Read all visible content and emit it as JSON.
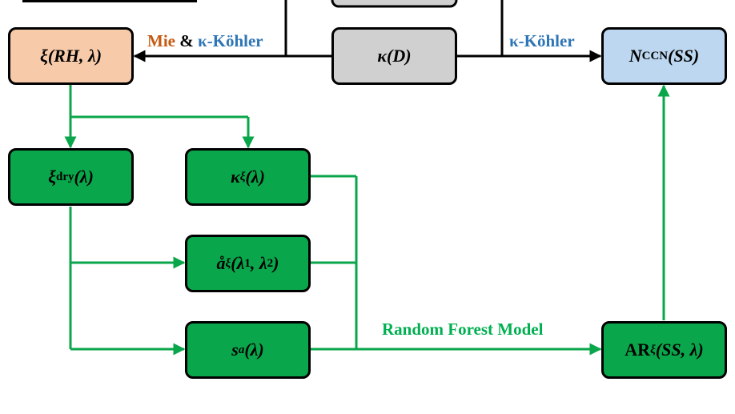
{
  "colors": {
    "green": "#0aa64b",
    "peach": "#f7caa9",
    "grey": "#d0d0d0",
    "blue": "#bcd7ef",
    "mie_text": "#c55a11",
    "kohler_text": "#2e75b6",
    "rf_text": "#00b050"
  },
  "boxes": {
    "xi_rh": {
      "sym": "ξ",
      "args": "(RH, λ)"
    },
    "kappa_d": {
      "sym": "κ",
      "args": "(D)"
    },
    "nccn": {
      "sym": "N",
      "sub": "CCN",
      "args": "(SS)"
    },
    "xi_dry": {
      "sym": "ξ",
      "sub": "dry",
      "args": "(λ)"
    },
    "kappa_xi": {
      "sym": "κ",
      "sub": "ξ",
      "args": "(λ)"
    },
    "ang_xi": {
      "sym": "å",
      "sub": "ξ",
      "args_a": "(λ",
      "args_a_sub": "1",
      "args_b": ", λ",
      "args_b_sub": "2",
      "args_c": ")"
    },
    "s_a": {
      "sym": "s",
      "sub": "a",
      "args": "(λ)"
    },
    "ar_xi": {
      "prefix": "AR",
      "sub": "ξ",
      "args": "(SS, λ)"
    }
  },
  "labels": {
    "mie": "Mie",
    "amp": " & ",
    "kohler_left": "κ-Köhler",
    "kohler_right": "κ-Köhler",
    "rf": "Random Forest Model"
  }
}
